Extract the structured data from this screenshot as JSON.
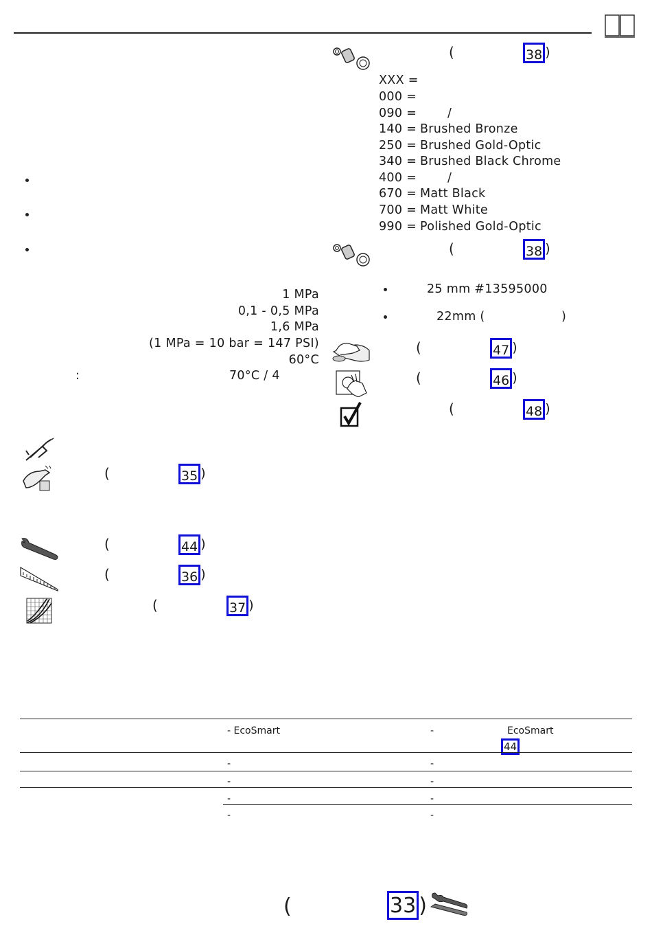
{
  "left_specs": {
    "pressure_max": "1 MPa",
    "pressure_recommended": "0,1 - 0,5 MPa",
    "pressure_test": "1,6 MPa",
    "conversion": "(1 MPa = 10 bar = 147 PSI)",
    "temp_max": "60°C",
    "colon": ":",
    "disinfection": "70°C / 4"
  },
  "left_refs": {
    "r35": "35",
    "r44": "44",
    "r36": "36",
    "r37": "37"
  },
  "right_refs": {
    "r38a": "38",
    "r38b": "38",
    "r47": "47",
    "r46": "46",
    "r48": "48"
  },
  "colors": [
    {
      "code": "XXX =",
      "name": ""
    },
    {
      "code": "000 =",
      "name": ""
    },
    {
      "code": "090 =",
      "name": "/"
    },
    {
      "code": "140 =",
      "name": "Brushed Bronze"
    },
    {
      "code": "250 =",
      "name": "Brushed Gold-Optic"
    },
    {
      "code": "340 =",
      "name": "Brushed Black Chrome"
    },
    {
      "code": "400 =",
      "name": "/"
    },
    {
      "code": "670 =",
      "name": "Matt Black"
    },
    {
      "code": "700 =",
      "name": "Matt White"
    },
    {
      "code": "990 =",
      "name": "Polished Gold-Optic"
    }
  ],
  "right_bullets": {
    "b1": "25 mm #13595000",
    "b2a": "22mm (",
    "b2b": ")"
  },
  "table": {
    "header_col2": "- EcoSmart",
    "header_col3_dash": "-",
    "header_col3": "EcoSmart",
    "header_ref": "44",
    "dash": "-"
  },
  "footer": {
    "ref": "33"
  }
}
